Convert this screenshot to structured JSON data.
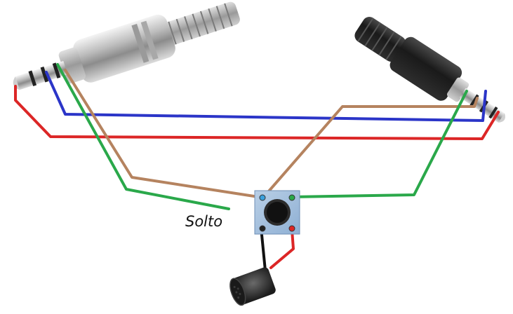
{
  "diagram": {
    "annotation": "Solto",
    "wire_colors": {
      "red": "#dc2626",
      "blue": "#2b35c8",
      "brown": "#b5835f",
      "green": "#2aa84a",
      "black": "#111111"
    },
    "components": [
      {
        "name": "left-plug",
        "icon": "trrs-jack-metal-icon"
      },
      {
        "name": "right-plug",
        "icon": "trrs-jack-black-icon"
      },
      {
        "name": "push-button",
        "icon": "tactile-switch-icon"
      },
      {
        "name": "microphone",
        "icon": "electret-mic-icon"
      }
    ]
  }
}
